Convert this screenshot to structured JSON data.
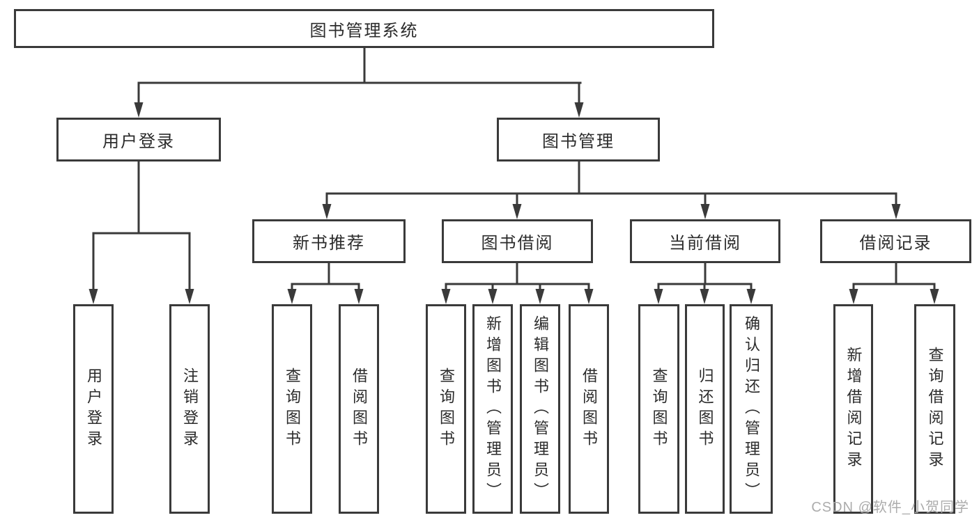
{
  "tree": {
    "root": {
      "label": "图书管理系统",
      "children": [
        {
          "label": "用户登录",
          "children": [
            {
              "label": "用户登录"
            },
            {
              "label": "注销登录"
            }
          ]
        },
        {
          "label": "图书管理",
          "children": [
            {
              "label": "新书推荐",
              "children": [
                {
                  "label": "查询图书"
                },
                {
                  "label": "借阅图书"
                }
              ]
            },
            {
              "label": "图书借阅",
              "children": [
                {
                  "label": "查询图书"
                },
                {
                  "label": "新增图书（管理员）"
                },
                {
                  "label": "编辑图书（管理员）"
                },
                {
                  "label": "借阅图书"
                }
              ]
            },
            {
              "label": "当前借阅",
              "children": [
                {
                  "label": "查询图书"
                },
                {
                  "label": "归还图书"
                },
                {
                  "label": "确认归还（管理员）"
                }
              ]
            },
            {
              "label": "借阅记录",
              "children": [
                {
                  "label": "新增借阅记录"
                },
                {
                  "label": "查询借阅记录"
                }
              ]
            }
          ]
        }
      ]
    }
  },
  "watermark": "CSDN @软件_小贺同学",
  "colors": {
    "line": "#3a3a3a",
    "text": "#2b2b2b",
    "watermark": "#a8a8a8",
    "background": "#ffffff"
  }
}
